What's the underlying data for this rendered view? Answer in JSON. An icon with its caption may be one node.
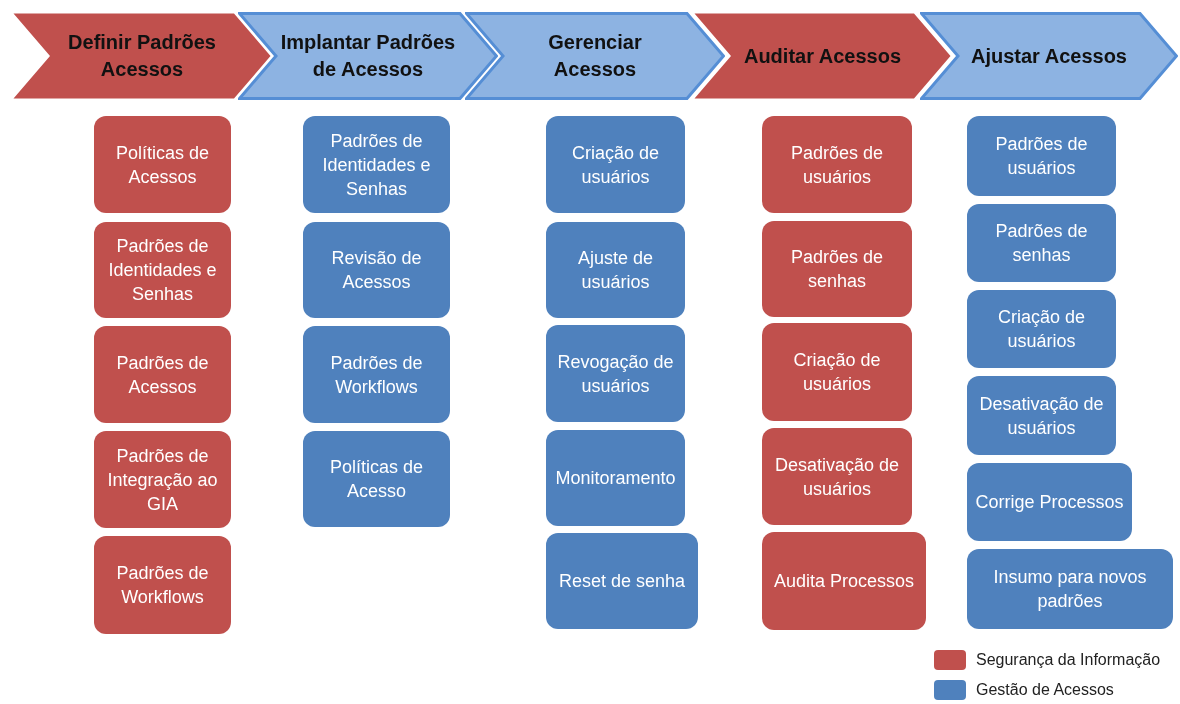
{
  "diagram": {
    "nodes": [
      {
        "text": [
          "Definir Padrões Acessos"
        ]
      },
      {
        "text": [
          "Políticas de Acessos"
        ]
      },
      {
        "text": [
          "Padrões de Identidades e Senhas"
        ]
      },
      {
        "text": [
          "Padrões de Acessos"
        ]
      },
      {
        "text": [
          "Padrões de Integração ao GIA"
        ]
      },
      {
        "text": [
          "Padrões de Workflows"
        ]
      },
      {
        "text": [
          "Implantar Padrões de Acessos"
        ]
      },
      {
        "text": [
          "Padrões de Identidades e Senhas"
        ]
      },
      {
        "text": [
          "Revisão de Acessos"
        ]
      },
      {
        "text": [
          "Padrões de Workflows"
        ]
      },
      {
        "text": [
          "Políticas de Acesso"
        ]
      },
      {
        "text": [
          "Gerenciar Acessos"
        ]
      },
      {
        "text": [
          "Criação de usuários"
        ]
      },
      {
        "text": [
          "Ajuste de usuários"
        ]
      },
      {
        "text": [
          "Revogação de usuários"
        ]
      },
      {
        "text": [
          "Monitoramento"
        ]
      },
      {
        "text": [
          "Reset de senha"
        ]
      },
      {
        "text": [
          "Auditar Acessos"
        ]
      },
      {
        "text": [
          "Padrões de usuários"
        ]
      },
      {
        "text": [
          "Padrões de senhas"
        ]
      },
      {
        "text": [
          "Criação de usuários"
        ]
      },
      {
        "text": [
          "Desativação de usuários"
        ]
      },
      {
        "text": [
          "Audita Processos"
        ]
      },
      {
        "text": [
          "Ajustar Acessos"
        ]
      },
      {
        "text": [
          "Padrões de usuários"
        ]
      },
      {
        "text": [
          "Padrões de senhas"
        ]
      },
      {
        "text": [
          "Criação de usuários"
        ]
      },
      {
        "text": [
          "Desativação de usuários"
        ]
      },
      {
        "text": [
          "Corrige Processos"
        ]
      },
      {
        "text": [
          "Insumo para novos padrões"
        ]
      }
    ],
    "edges": [],
    "legend": [
      {
        "text": "Segurança da Informação",
        "color": "#c0504d"
      },
      {
        "text": "Gestão de Acessos",
        "color": "#4f81bd"
      }
    ]
  }
}
